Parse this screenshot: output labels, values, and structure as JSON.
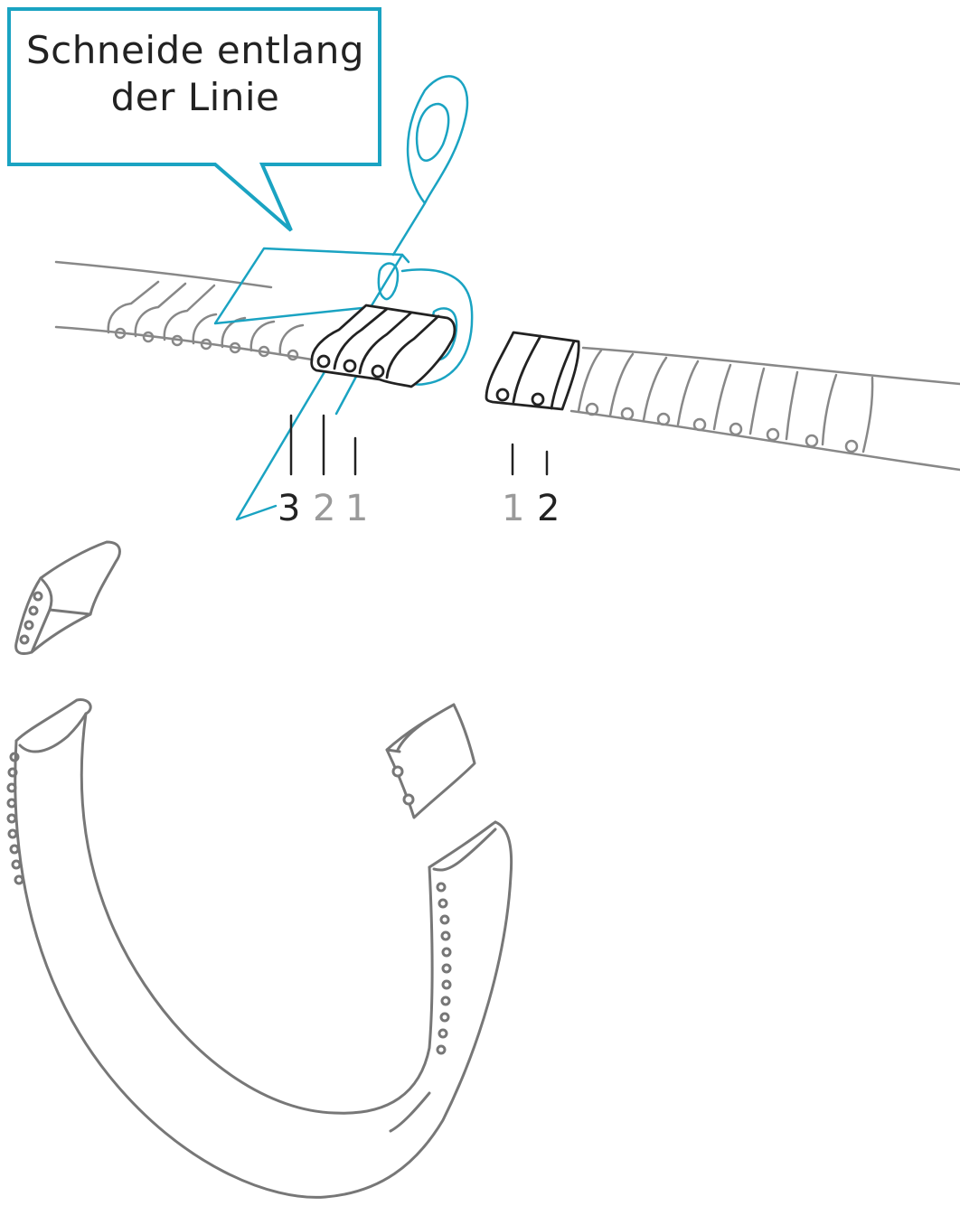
{
  "callout": {
    "line1": "Schneide entlang",
    "line2": "der Linie"
  },
  "labels": {
    "left": [
      "3",
      "2",
      "1"
    ],
    "right": [
      "1",
      "2"
    ]
  },
  "colors": {
    "accent": "#1aa3c2",
    "outline": "#888888",
    "dark": "#222222",
    "light_label": "#9a9a9a"
  }
}
